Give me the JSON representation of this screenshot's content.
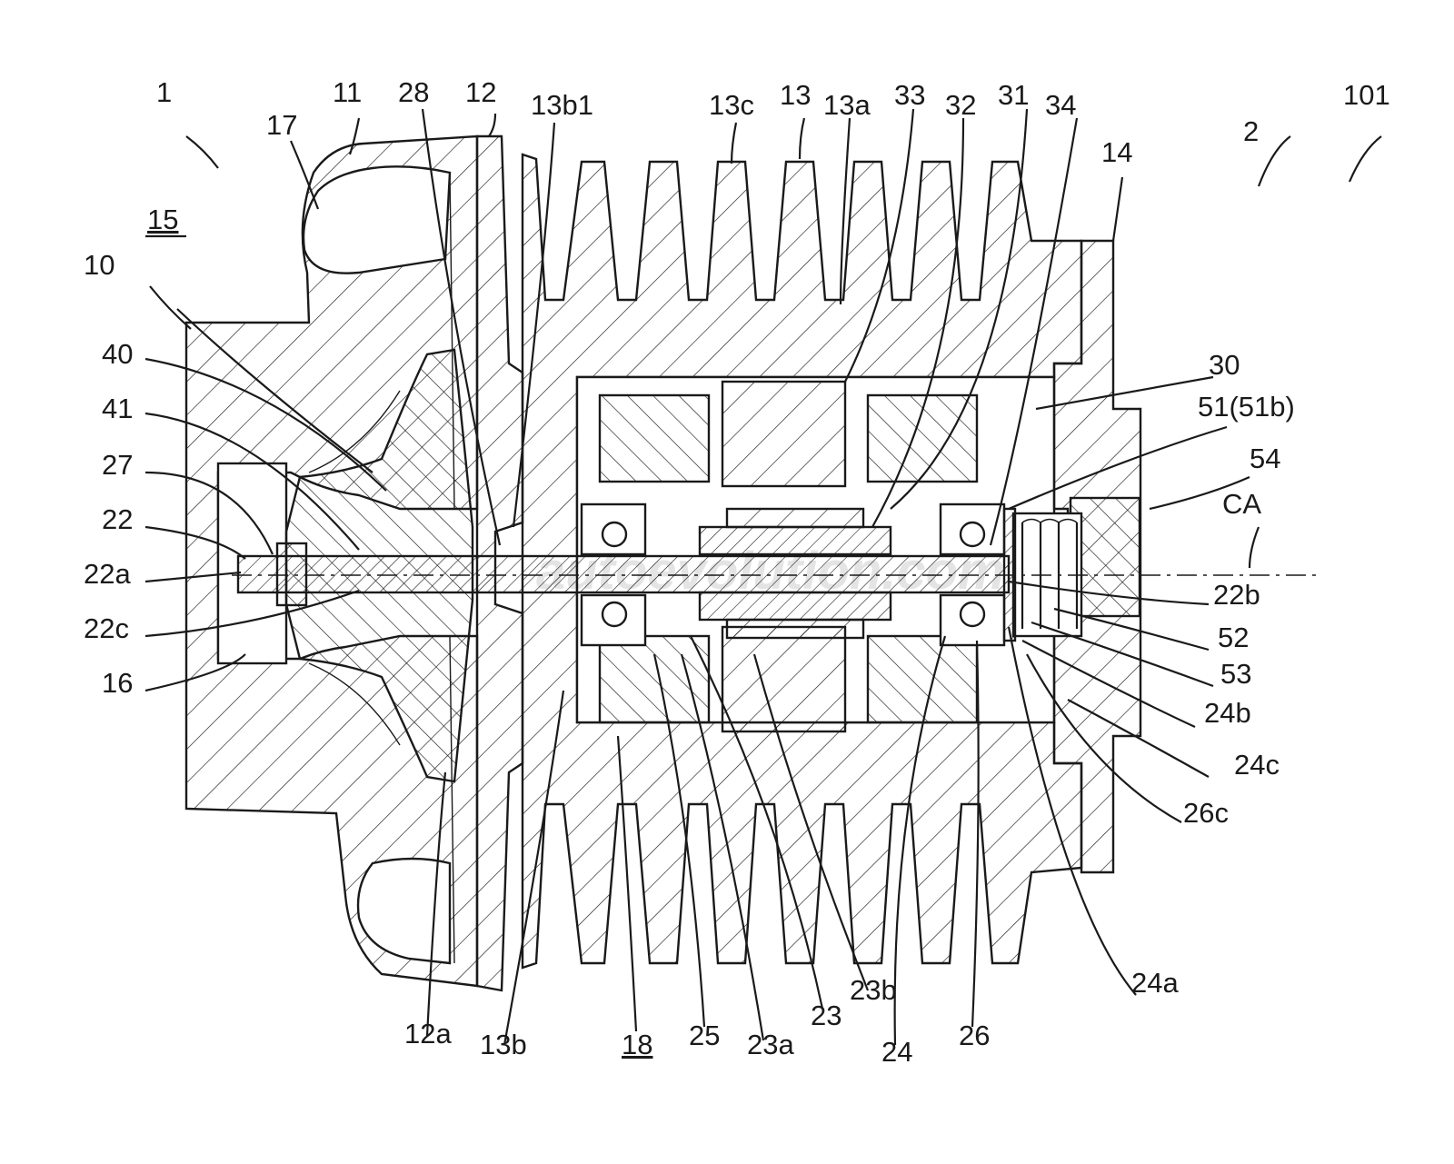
{
  "figure": {
    "watermark": "autoevolution.com",
    "labels": {
      "l1": "1",
      "l2": "2",
      "l10": "10",
      "l11": "11",
      "l12": "12",
      "l12a": "12a",
      "l13": "13",
      "l13a": "13a",
      "l13b": "13b",
      "l13b1": "13b1",
      "l13c": "13c",
      "l14": "14",
      "l15": "15",
      "l16": "16",
      "l17": "17",
      "l18": "18",
      "l22": "22",
      "l22a": "22a",
      "l22b": "22b",
      "l22c": "22c",
      "l23": "23",
      "l23a": "23a",
      "l23b": "23b",
      "l24": "24",
      "l24a": "24a",
      "l24b": "24b",
      "l24c": "24c",
      "l25": "25",
      "l26": "26",
      "l26c": "26c",
      "l27": "27",
      "l28": "28",
      "l30": "30",
      "l31": "31",
      "l32": "32",
      "l33": "33",
      "l34": "34",
      "l40": "40",
      "l41": "41",
      "l51": "51(51b)",
      "l52": "52",
      "l53": "53",
      "l54": "54",
      "l101": "101",
      "lCA": "CA"
    }
  }
}
